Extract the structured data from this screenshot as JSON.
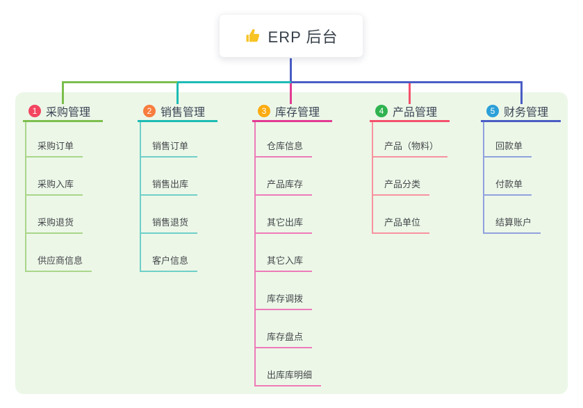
{
  "root": {
    "title": "ERP 后台",
    "icon": "thumbs-up-icon",
    "icon_color": "#f7c325",
    "line_color": "#4a5cc5"
  },
  "branches": [
    {
      "index": "1",
      "label": "采购管理",
      "badge_color": "#f3455f",
      "line_color": "#7cbe4e",
      "child_line_color": "#a9d689",
      "children": [
        "采购订单",
        "采购入库",
        "采购退货",
        "供应商信息"
      ]
    },
    {
      "index": "2",
      "label": "销售管理",
      "badge_color": "#f87d3e",
      "line_color": "#1cbcb4",
      "child_line_color": "#6fcfc8",
      "children": [
        "销售订单",
        "销售出库",
        "销售退货",
        "客户信息"
      ]
    },
    {
      "index": "3",
      "label": "库存管理",
      "badge_color": "#fbab11",
      "line_color": "#e13a92",
      "child_line_color": "#ee7ab8",
      "children": [
        "仓库信息",
        "产品库存",
        "其它出库",
        "其它入库",
        "库存调拨",
        "库存盘点",
        "出库库明细"
      ]
    },
    {
      "index": "4",
      "label": "产品管理",
      "badge_color": "#2fb350",
      "line_color": "#f4516c",
      "child_line_color": "#f8919f",
      "children": [
        "产品（物料）",
        "产品分类",
        "产品单位"
      ]
    },
    {
      "index": "5",
      "label": "财务管理",
      "badge_color": "#2b9fd8",
      "line_color": "#4a5cc5",
      "child_line_color": "#90a1dc",
      "children": [
        "回款单",
        "付款单",
        "结算账户"
      ]
    }
  ],
  "colors": {
    "panel_background": "#ecf7e8",
    "root_text": "#37404a",
    "branch_text": "#3b4455",
    "child_text": "#45484b"
  }
}
